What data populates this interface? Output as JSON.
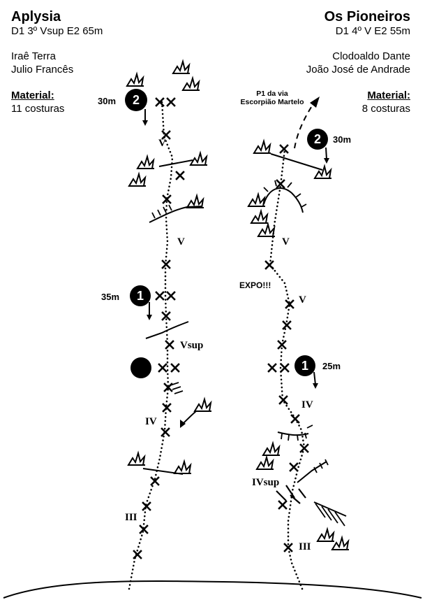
{
  "left_route": {
    "name": "Aplysia",
    "grade": "D1 3º Vsup E2 65m",
    "author_1": "Iraê Terra",
    "author_2": "Julio Francês",
    "material_label": "Material:",
    "material_value": "11 costuras",
    "belay_2": {
      "number": "2",
      "length": "30m"
    },
    "belay_1": {
      "number": "1",
      "length": "35m"
    },
    "grades": [
      "V",
      "V",
      "Vsup",
      "IV",
      "III"
    ]
  },
  "right_route": {
    "name": "Os Pioneiros",
    "grade": "D1 4º V E2 55m",
    "author_1": "Clodoaldo Dante",
    "author_2": "João José de Andrade",
    "material_label": "Material:",
    "material_value": "8 costuras",
    "belay_2": {
      "number": "2",
      "length": "30m"
    },
    "belay_1": {
      "number": "1",
      "length": "25m"
    },
    "p1_note_line1": "P1 da via",
    "p1_note_line2": "Escorpião Martelo",
    "expo_note": "EXPO!!!",
    "grades": [
      "V",
      "V",
      "IV",
      "IVsup",
      "III"
    ]
  }
}
